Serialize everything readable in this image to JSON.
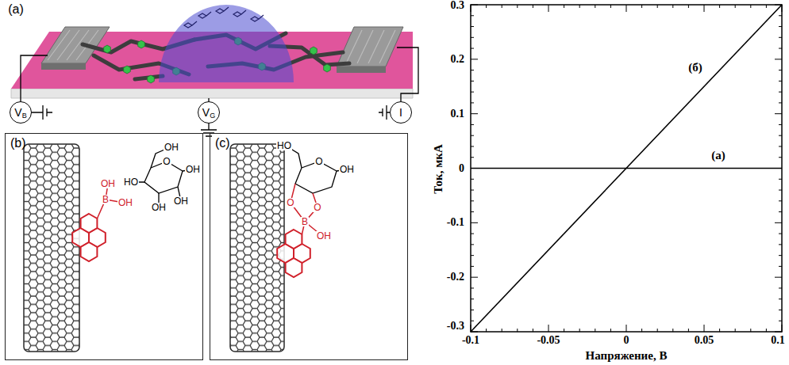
{
  "diagram": {
    "nodes": [
      {
        "text": [
          "V",
          "B"
        ]
      },
      {
        "text": [
          "V",
          "G"
        ]
      },
      {
        "text": [
          "I"
        ]
      },
      {
        "text": [
          "(b)"
        ]
      },
      {
        "text": [
          "(c)"
        ]
      }
    ],
    "labels": [
      "(a)",
      "B",
      "OH",
      "OH",
      "OH",
      "O",
      "OH",
      "HO",
      "OH",
      "OH",
      "HO",
      "O",
      "OH",
      "O",
      "O",
      "B",
      "OH",
      "0.3",
      "0.2",
      "0.1",
      "0",
      "-0.1",
      "-0.2",
      "-0.3",
      "-0.1",
      "-0.05",
      "0",
      "0.05",
      "0.1",
      "Ток, мкА",
      "Напряжение, В",
      "(б)",
      "(а)"
    ]
  }
}
